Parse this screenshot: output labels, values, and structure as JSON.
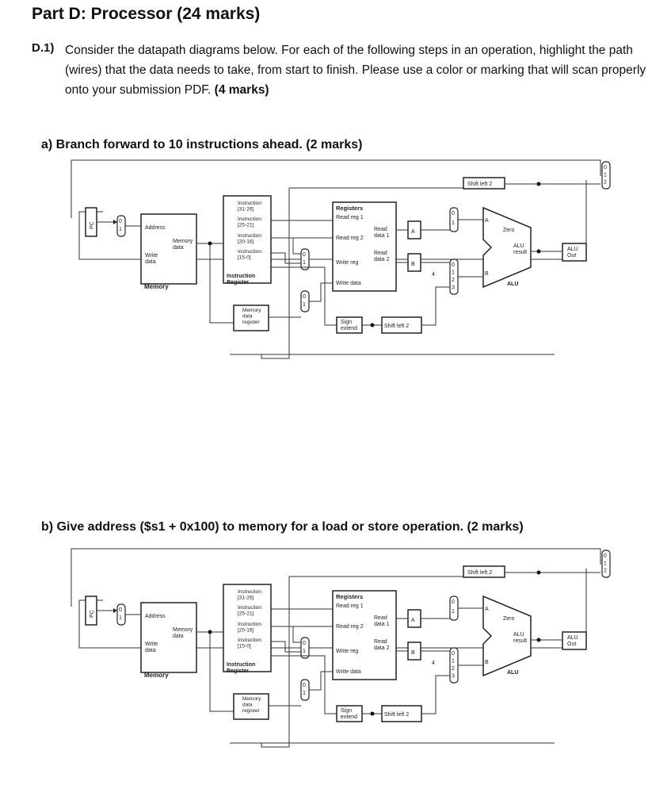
{
  "title": "Part D: Processor (24 marks)",
  "question": {
    "number": "D.1)",
    "text": "Consider the datapath diagrams below. For each of the following steps in an operation, highlight the path (wires) that the data needs to take, from start to finish. Please use a color or marking that will scan properly onto your submission PDF.",
    "marks": "(4 marks)"
  },
  "parts": [
    {
      "label": "a) Branch forward to 10 instructions ahead. (2 marks)"
    },
    {
      "label": "b) Give address ($s1 + 0x100) to memory for a load or store operation. (2 marks)"
    }
  ],
  "diagram": {
    "pc": "PC",
    "mux_0": "0",
    "mux_1": "1",
    "mux_2": "2",
    "mux_3": "3",
    "memory": "Memory",
    "address": "Address",
    "memory_data": [
      "Memory",
      "data"
    ],
    "write_data": [
      "Write",
      "data"
    ],
    "instr_31_26": [
      "Instruction",
      "[31-26]"
    ],
    "instr_25_21": [
      "Instruction",
      "[25-21]"
    ],
    "instr_20_16": [
      "Instruction",
      "[20-16]"
    ],
    "instr_15_0": [
      "Instruction",
      "[15-0]"
    ],
    "instruction_register": [
      "Instruction",
      "Register"
    ],
    "mdr": [
      "Memory",
      "data",
      "register"
    ],
    "registers": "Registers",
    "read_reg_1": "Read reg 1",
    "read_reg_2": "Read reg 2",
    "write_reg": "Write reg",
    "write_data_reg": "Write data",
    "read_data_1": [
      "Read",
      "data 1"
    ],
    "read_data_2": [
      "Read",
      "data 2"
    ],
    "reg_a": "A",
    "reg_b": "B",
    "const_4": "4",
    "sign_extend": [
      "Sign",
      "extend"
    ],
    "shift_left_2": "Shift left 2",
    "alu_a": "A",
    "alu_b": "B",
    "zero": "Zero",
    "alu_result": [
      "ALU",
      "result"
    ],
    "alu": "ALU",
    "alu_out": [
      "ALU",
      "Out"
    ]
  }
}
